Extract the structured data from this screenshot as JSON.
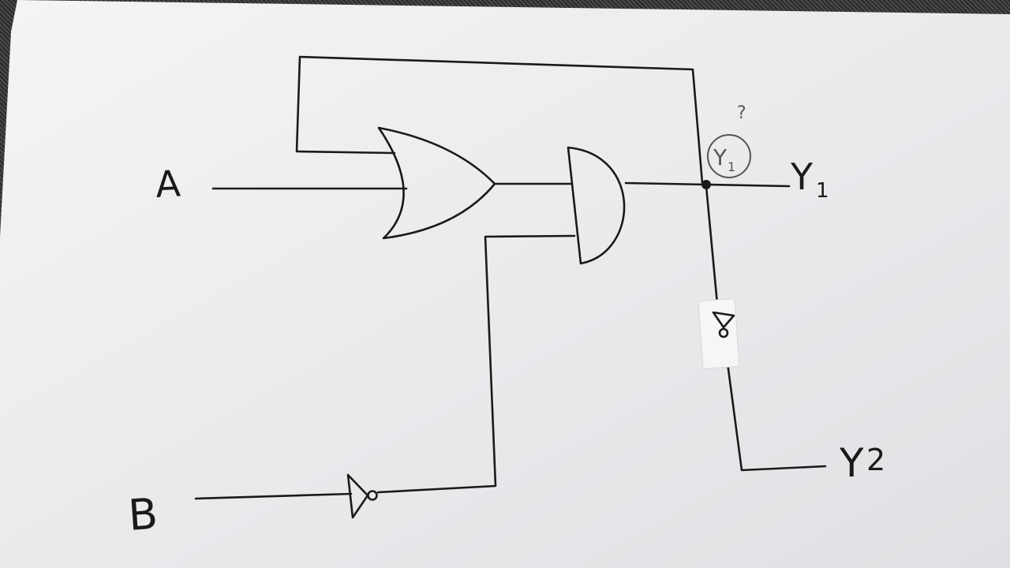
{
  "diagram": {
    "inputs": {
      "a": "A",
      "b": "B"
    },
    "outputs": {
      "y1": "Y",
      "y1_sub": "1",
      "y2": "Y",
      "y2_sub": "2"
    },
    "annotation": {
      "circled_label": "Y",
      "circled_sub": "1",
      "question_mark": "?"
    },
    "gates": [
      {
        "type": "OR"
      },
      {
        "type": "AND"
      },
      {
        "type": "NOT"
      },
      {
        "type": "NOT"
      }
    ],
    "colors": {
      "ink": "#1a1a1a",
      "paper": "#eeeff1",
      "pencil": "#555555"
    }
  }
}
